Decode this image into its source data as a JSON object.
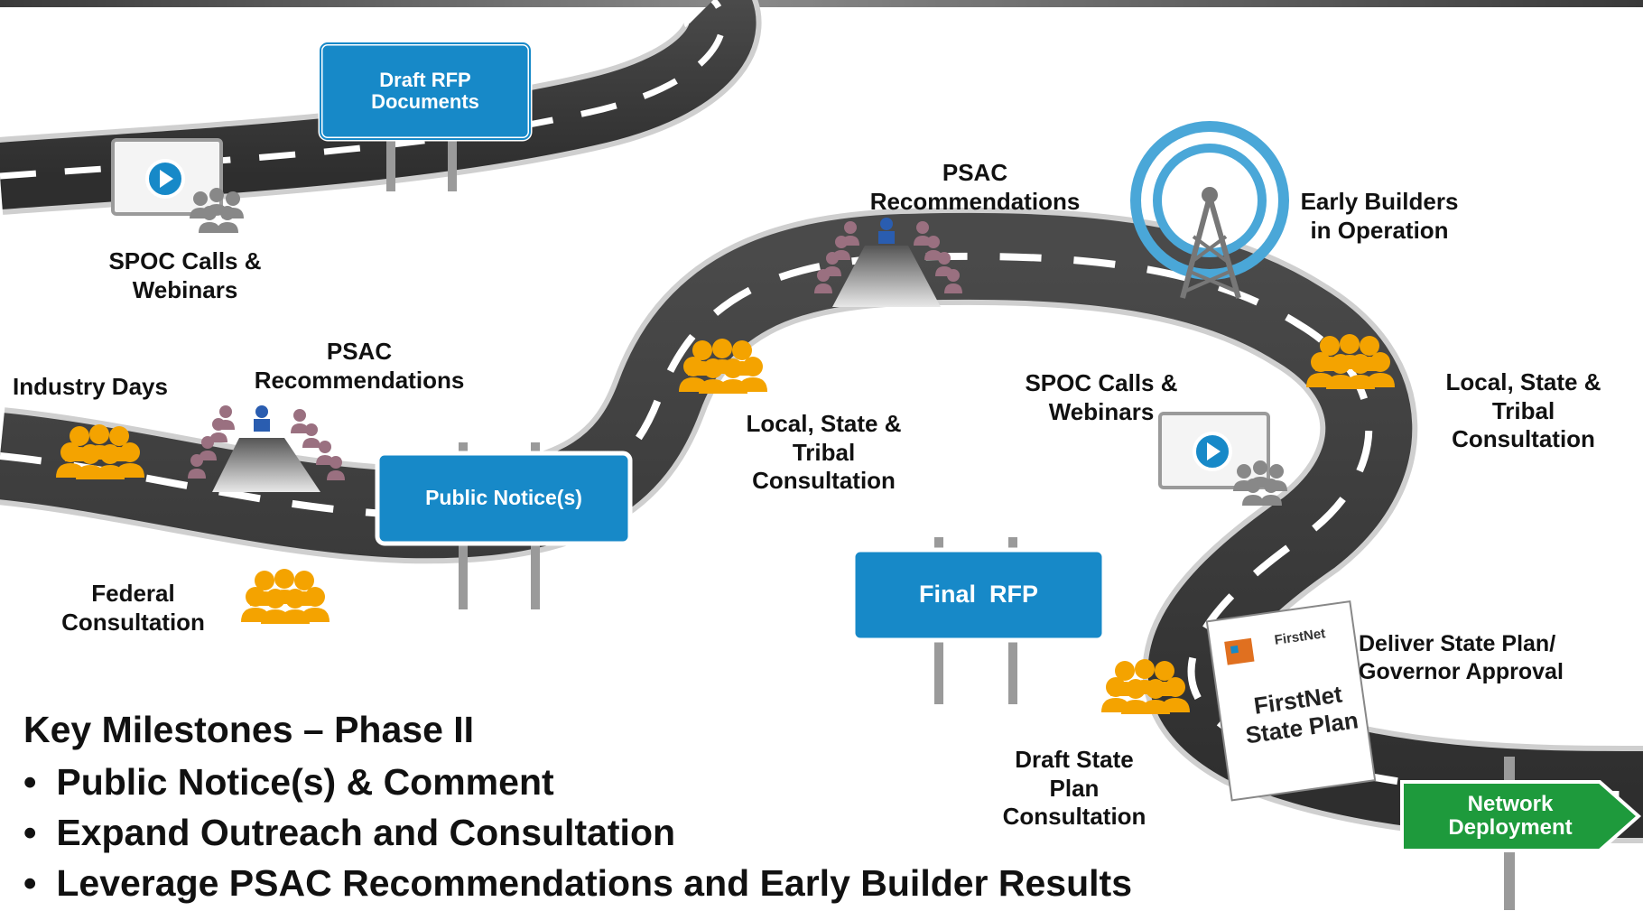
{
  "signs": {
    "draft_rfp": "Draft RFP\nDocuments",
    "public_notice": "Public Notice(s)",
    "final_rfp": "Final  RFP",
    "network_deployment": "Network\nDeployment"
  },
  "labels": {
    "spoc_calls_1": "SPOC Calls &\nWebinars",
    "industry_days": "Industry Days",
    "psac_rec_1": "PSAC\nRecommendations",
    "federal_consultation": "Federal\nConsultation",
    "local_state_tribal_1": "Local, State &\nTribal\nConsultation",
    "psac_rec_2": "PSAC\nRecommendations",
    "early_builders": "Early Builders\nin Operation",
    "spoc_calls_2": "SPOC Calls &\nWebinars",
    "local_state_tribal_2": "Local, State &\nTribal\nConsultation",
    "draft_state_plan": "Draft State\nPlan\nConsultation",
    "deliver_state_plan": "Deliver State Plan/\nGovernor Approval"
  },
  "state_plan_doc": {
    "logo": "FirstNet",
    "title": "FirstNet\nState Plan"
  },
  "milestones": {
    "title": "Key  Milestones – Phase II",
    "items": [
      "Public Notice(s) & Comment",
      "Expand Outreach and Consultation",
      "Leverage PSAC Recommendations and Early Builder Results"
    ]
  },
  "colors": {
    "sign_blue": "#1789c8",
    "road": "#3c3c3c",
    "people_orange": "#f4a300",
    "people_mauve": "#9a7080",
    "arrow_green": "#1e9a3c",
    "tower_blue": "#4aa7d8"
  }
}
